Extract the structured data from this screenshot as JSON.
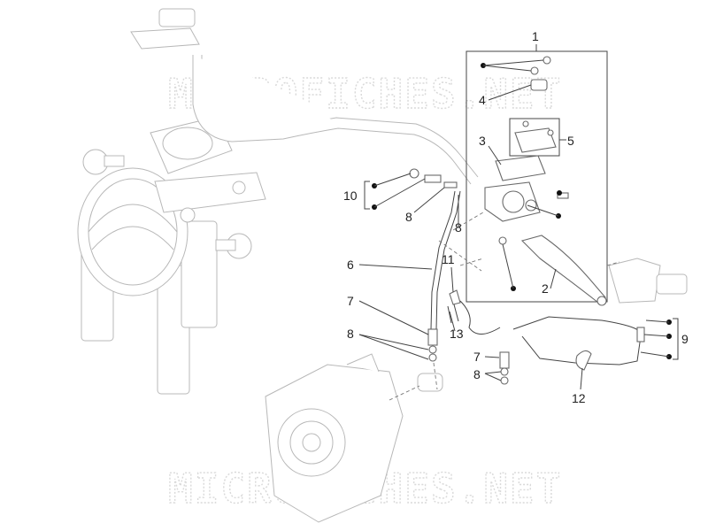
{
  "watermark": {
    "text": "MICROFICHES.NET"
  },
  "callouts": {
    "c1": "1",
    "c2": "2",
    "c3": "3",
    "c4": "4",
    "c5": "5",
    "c6": "6",
    "c7a": "7",
    "c7b": "7",
    "c8a": "8",
    "c8b": "8",
    "c8c": "8",
    "c8d": "8",
    "c9": "9",
    "c10": "10",
    "c11": "11",
    "c12": "12",
    "c13": "13"
  }
}
